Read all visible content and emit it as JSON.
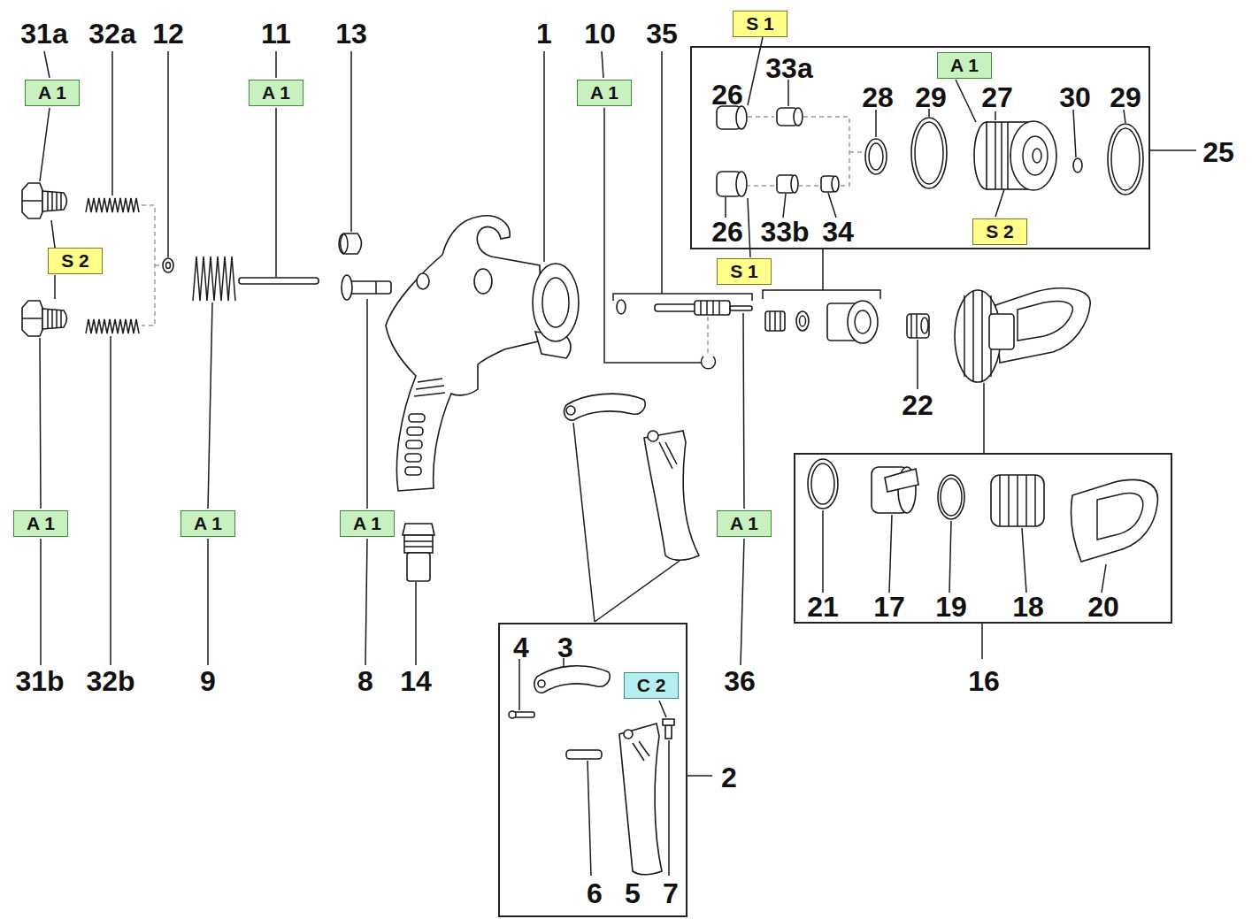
{
  "diagram": {
    "nodes": [
      {
        "text": [
          "S 1"
        ]
      },
      {
        "text": [
          "A 1"
        ]
      },
      {
        "text": [
          "A 1"
        ]
      },
      {
        "text": [
          "A 1"
        ]
      },
      {
        "text": [
          "26",
          "33a",
          "28",
          "29",
          "27",
          "30",
          "29",
          "26",
          "33b",
          "34",
          "25"
        ]
      },
      {
        "text": [
          "A 1"
        ],
        "in": 4
      },
      {
        "text": [
          "S 2"
        ],
        "in": 4
      },
      {
        "text": [
          "S 2"
        ]
      },
      {
        "text": [
          "S 1"
        ]
      },
      {
        "text": [
          "21",
          "17",
          "19",
          "18",
          "20",
          "16"
        ]
      },
      {
        "text": [
          "A 1"
        ]
      },
      {
        "text": [
          "A 1"
        ]
      },
      {
        "text": [
          "A 1"
        ]
      },
      {
        "text": [
          "A 1"
        ]
      },
      {
        "text": [
          "4",
          "3",
          "6",
          "5",
          "7",
          "2"
        ]
      },
      {
        "text": [
          "C 2"
        ],
        "in": 14
      }
    ],
    "labels": [
      "31a",
      "32a",
      "12",
      "11",
      "13",
      "1",
      "10",
      "35",
      "22",
      "31b",
      "32b",
      "9",
      "8",
      "14",
      "36"
    ]
  }
}
